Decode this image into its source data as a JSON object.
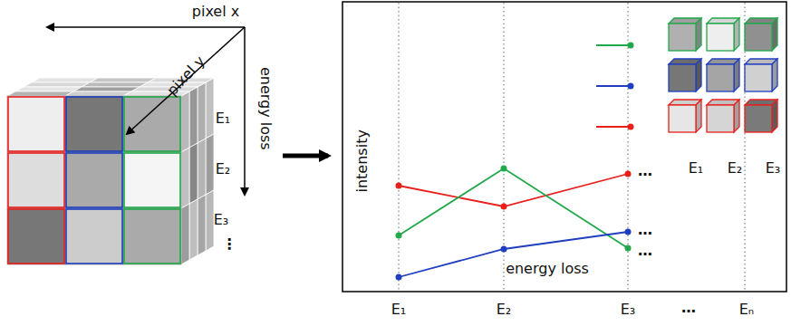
{
  "diagram": {
    "labels": [
      "pixel x",
      "pixel y",
      "energy loss",
      "E₁",
      "E₂",
      "E₃",
      "⋮",
      "intensity",
      "energy loss",
      "…",
      "…",
      "…",
      "E₁",
      "E₂",
      "E₃",
      "…",
      "Eₙ",
      "E₁",
      "E₂",
      "E₃"
    ]
  }
}
